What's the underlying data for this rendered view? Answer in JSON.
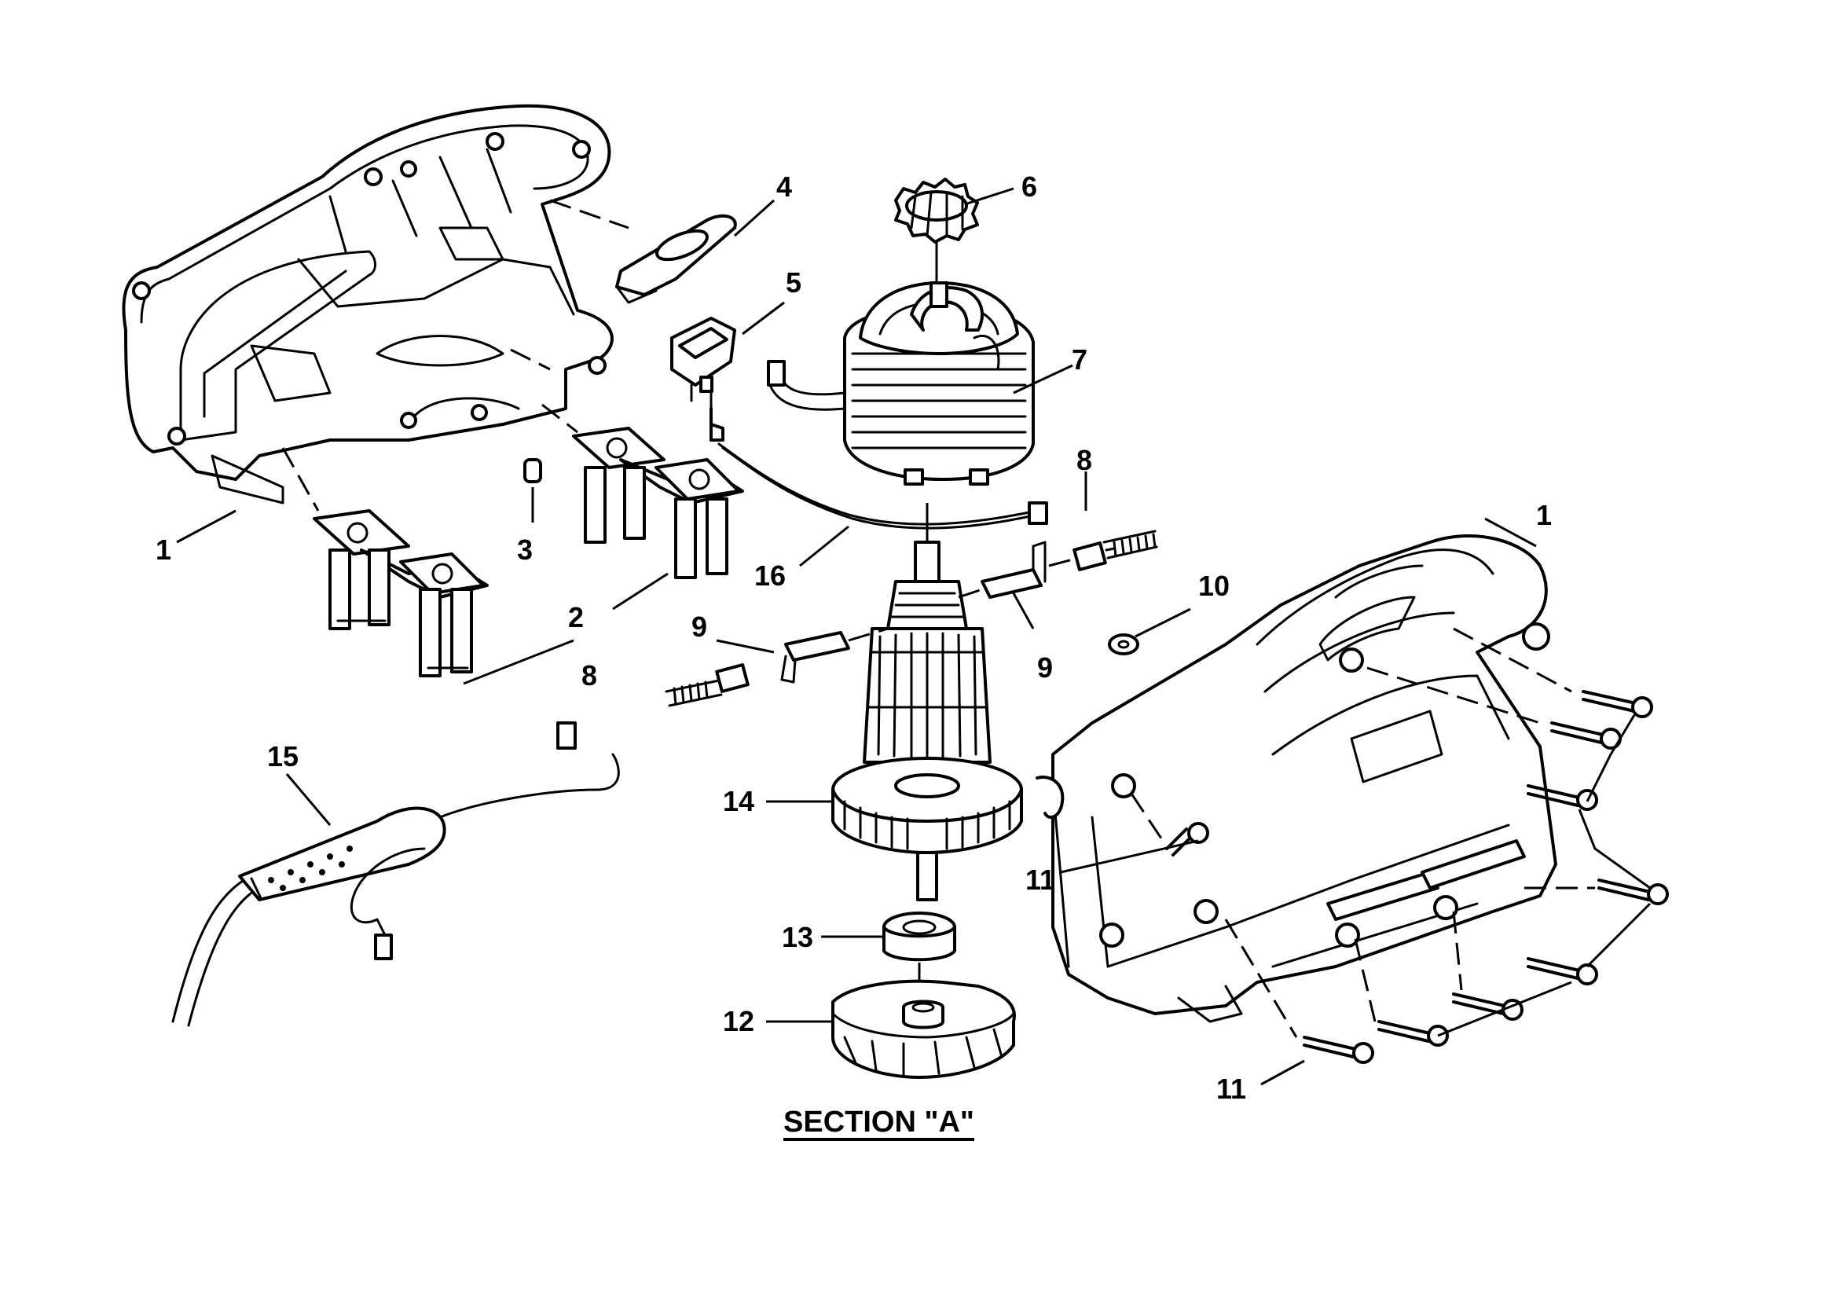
{
  "callouts": [
    {
      "id": "c1a",
      "text": "1"
    },
    {
      "id": "c1b",
      "text": "1"
    },
    {
      "id": "c2",
      "text": "2"
    },
    {
      "id": "c3",
      "text": "3"
    },
    {
      "id": "c4",
      "text": "4"
    },
    {
      "id": "c5",
      "text": "5"
    },
    {
      "id": "c6",
      "text": "6"
    },
    {
      "id": "c7",
      "text": "7"
    },
    {
      "id": "c8a",
      "text": "8"
    },
    {
      "id": "c8b",
      "text": "8"
    },
    {
      "id": "c9a",
      "text": "9"
    },
    {
      "id": "c9b",
      "text": "9"
    },
    {
      "id": "c10",
      "text": "10"
    },
    {
      "id": "c11a",
      "text": "11"
    },
    {
      "id": "c11b",
      "text": "11"
    },
    {
      "id": "c12",
      "text": "12"
    },
    {
      "id": "c13",
      "text": "13"
    },
    {
      "id": "c14",
      "text": "14"
    },
    {
      "id": "c15",
      "text": "15"
    },
    {
      "id": "c16",
      "text": "16"
    }
  ],
  "section_title": "SECTION \"A\"",
  "colors": {
    "ink": "#000000",
    "paper": "#ffffff"
  }
}
